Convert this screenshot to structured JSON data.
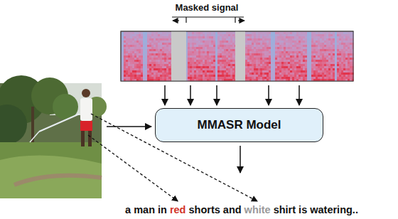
{
  "diagram": {
    "nodes": [
      {
        "text": [
          "MMASR Model"
        ]
      }
    ],
    "labels": [
      "Masked signal",
      "a man in",
      "red",
      "shorts and",
      "white",
      "shirt is watering.."
    ]
  }
}
